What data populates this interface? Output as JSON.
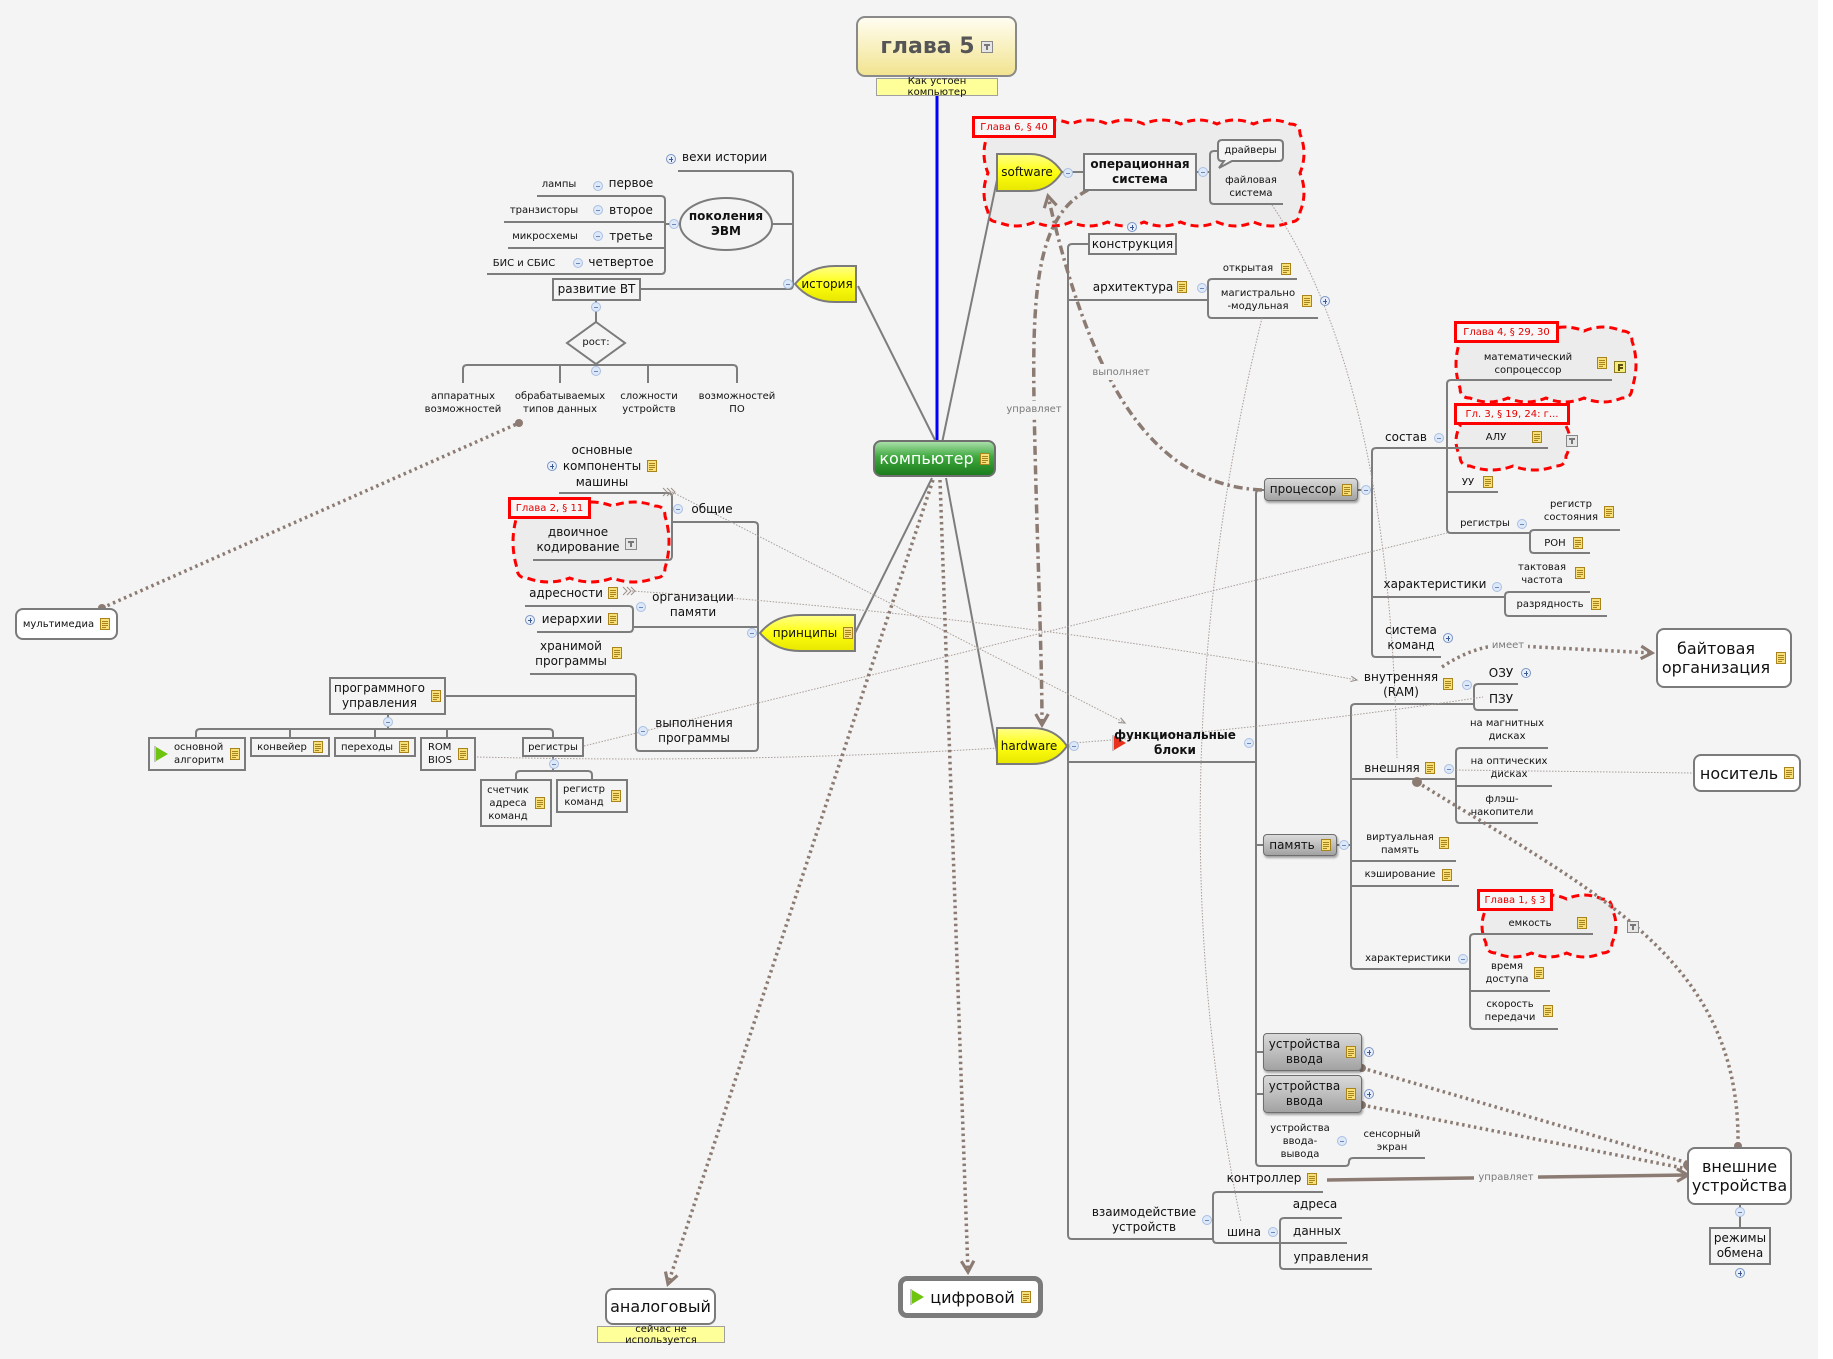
{
  "root": {
    "title": "глава 5",
    "subtitle_label": "Как устоен компьютер"
  },
  "central": {
    "title": "компьютер"
  },
  "history": {
    "title": "история",
    "milestones": "вехи истории",
    "generations": {
      "title": "поколения\nЭВМ",
      "items": [
        {
          "name": "первое",
          "base": "лампы"
        },
        {
          "name": "второе",
          "base": "транзисторы"
        },
        {
          "name": "третье",
          "base": "микросхемы"
        },
        {
          "name": "четвертое",
          "base": "БИС и СБИС"
        }
      ]
    },
    "development": {
      "title": "развитие ВТ",
      "growth": "рост:",
      "aspects": [
        "аппаратных\nвозможностей",
        "обрабатываемых\nтипов данных",
        "сложности\nустройств",
        "возможностей\nПО"
      ]
    }
  },
  "multimedia": "мультимедиа",
  "principles": {
    "title": "принципы",
    "general": {
      "title": "общие",
      "components": "основные\nкомпоненты\nмашины",
      "binary_coding": "двоичное\nкодирование"
    },
    "memory_organization": {
      "title": "организации\nпамяти",
      "addressing": "адресности",
      "hierarchy": "иерархии"
    },
    "stored_program": "хранимой\nпрограммы",
    "program_control": {
      "title": "программного\nуправления",
      "items": [
        "основной\nалгоритм",
        "конвейер",
        "переходы",
        "ROM\nBIOS",
        "регистры"
      ],
      "registers": [
        "счетчик\nадреса\nкоманд",
        "регистр\nкоманд"
      ]
    },
    "execution": "выполнения\nпрограммы"
  },
  "software": {
    "title": "software",
    "os": "операционная\nсистема",
    "drivers": "драйверы",
    "file_system": "файловая\nсистема"
  },
  "hardware": {
    "title": "hardware",
    "construction": "конструкция",
    "architecture": {
      "title": "архитектура",
      "open": "открытая",
      "bus_modular": "магистрально\n-модульная"
    },
    "functional_blocks": {
      "title": "функциональные\nблоки",
      "processor": {
        "title": "процессор",
        "composition": {
          "title": "состав",
          "coprocessor": "математический\nсопроцессор",
          "alu": "АЛУ",
          "control_unit": "УУ",
          "registers": {
            "title": "регистры",
            "items": [
              "регистр\nсостояния",
              "РОН"
            ]
          }
        },
        "characteristics": {
          "title": "характеристики",
          "items": [
            "тактовая\nчастота",
            "разрядность"
          ]
        },
        "instruction_set": "система\nкоманд"
      },
      "memory": {
        "title": "память",
        "internal": {
          "title": "внутренняя\n(RAM)",
          "items": [
            "ОЗУ",
            "ПЗУ"
          ]
        },
        "external": {
          "title": "внешняя",
          "items": [
            "на магнитных\nдисках",
            "на оптических\nдисках",
            "флэш-\nнакопители"
          ]
        },
        "virtual": "виртуальная\nпамять",
        "caching": "кэширование",
        "characteristics": {
          "title": "характеристики",
          "items": [
            "емкость",
            "время\nдоступа",
            "скорость\nпередачи"
          ]
        }
      },
      "input_devices": [
        "устройства\nввода",
        "устройства\nввода"
      ],
      "io_devices": {
        "title": "устройства\nввода-\nвывода",
        "items": [
          "сенсорный\nэкран"
        ]
      }
    },
    "interaction": {
      "title": "взаимодействие\nустройств",
      "controller": "контроллер",
      "bus": {
        "title": "шина",
        "items": [
          "адреса",
          "данных",
          "управления"
        ]
      }
    }
  },
  "floating_topics": {
    "byte_organization": "байтовая\nорганизация",
    "medium": "носитель",
    "external_devices": "внешние\nустройства",
    "exchange_modes": "режимы\nобмена"
  },
  "signal_types": {
    "analog": "аналоговый",
    "analog_label": "сейчас не используется",
    "digital": "цифровой"
  },
  "boundaries": {
    "binary_coding": "Глава 2, § 11",
    "software": "Глава 6, § 40",
    "coprocessor": "Глава 4, § 29, 30",
    "alu": "Гл. 3, § 19, 24: г...",
    "capacity": "Глава 1, § 3"
  },
  "relationships": {
    "os_controls_hardware": "управляет",
    "processor_executes_software": "выполняет",
    "ram_has": "имеет",
    "controller_controls": "управляет"
  },
  "colors": {
    "root_connector": "#0000ff",
    "central_topic": "#2e9a2e",
    "main_branch": "#ffff00",
    "boundary": "#ff0000",
    "relationship": "#8c7b72"
  }
}
